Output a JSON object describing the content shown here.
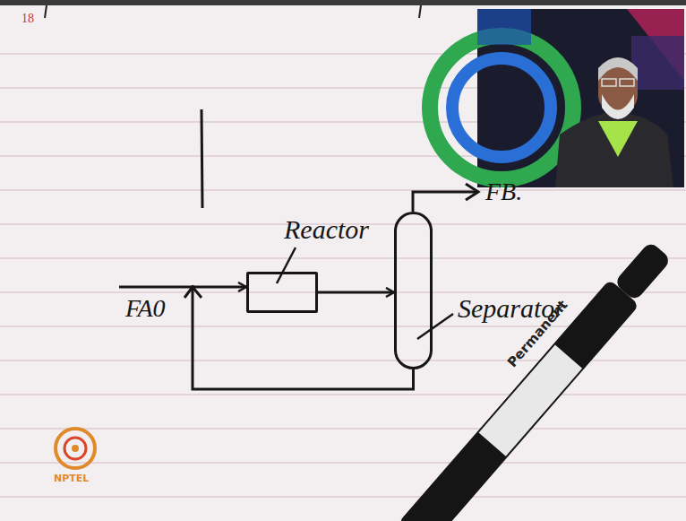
{
  "diagram": {
    "nodes": [
      {
        "text": [
          "Reactor"
        ]
      },
      {
        "text": [
          "Separator"
        ]
      }
    ],
    "edges": [
      {
        "from": 0,
        "to": 1,
        "arrow": "to"
      },
      {
        "from": 1,
        "to": 0,
        "arrow": "to"
      }
    ],
    "labels": [
      "18",
      "FA0",
      "FB.",
      "Permanent",
      "NPTEL"
    ]
  }
}
